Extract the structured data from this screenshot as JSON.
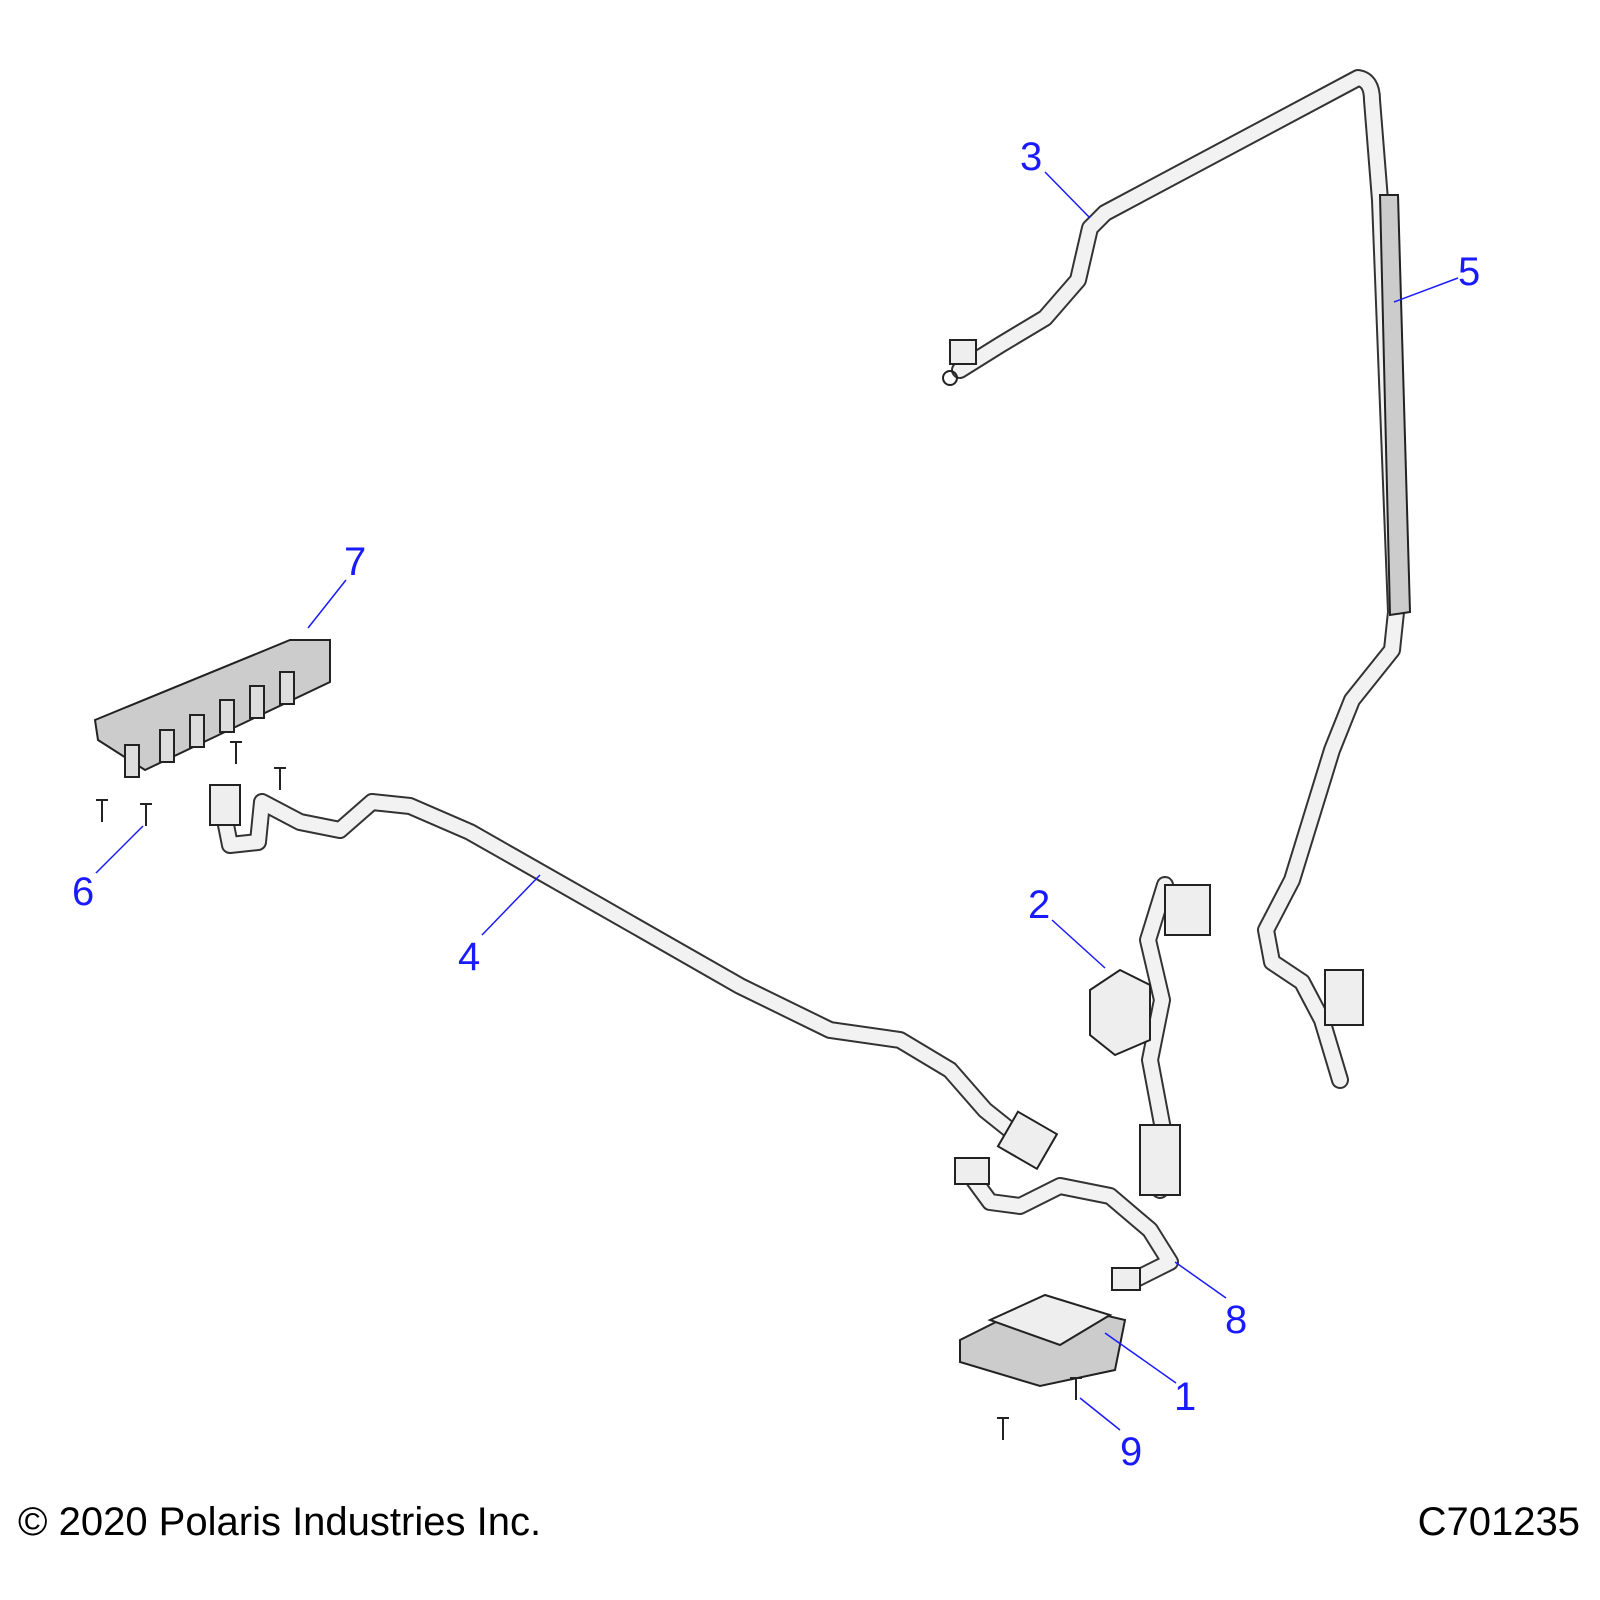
{
  "diagram": {
    "callouts": [
      "1",
      "2",
      "3",
      "4",
      "5",
      "6",
      "7",
      "8",
      "9"
    ],
    "callout_color": "#1a1aff"
  },
  "footer": {
    "copyright": "© 2020 Polaris Industries Inc.",
    "figure_code": "C701235"
  }
}
